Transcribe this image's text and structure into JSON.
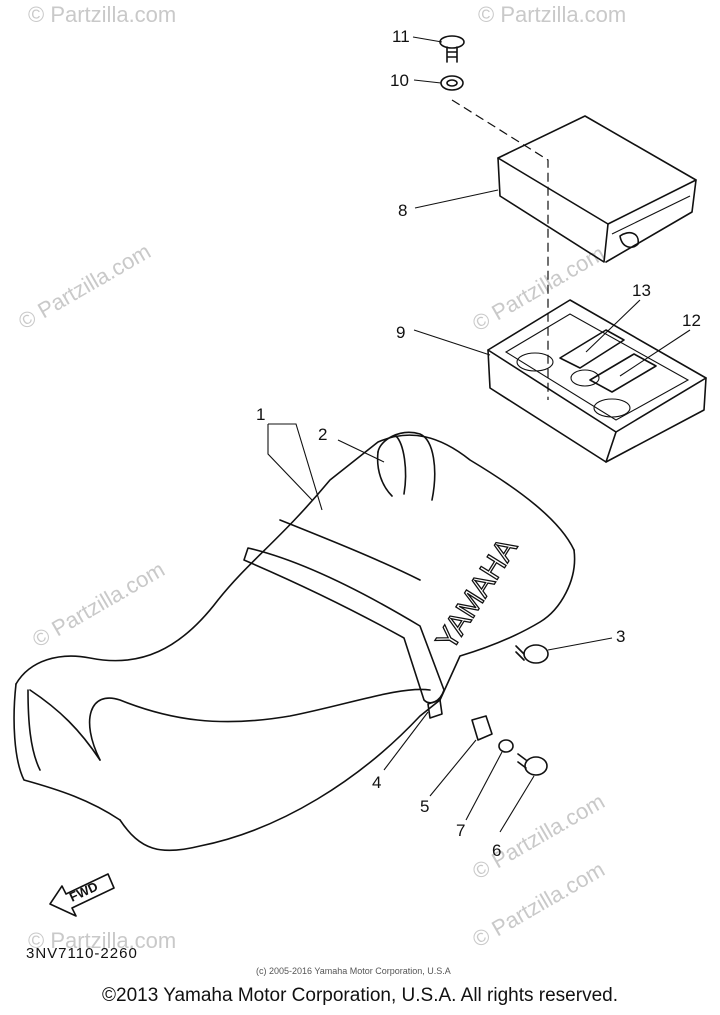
{
  "watermarks": [
    "© Partzilla.com",
    "© Partzilla.com",
    "© Partzilla.com",
    "© Partzilla.com",
    "© Partzilla.com",
    "© Partzilla.com",
    "© Partzilla.com",
    "© Partzilla.com"
  ],
  "callouts": {
    "c1": "1",
    "c2": "2",
    "c3": "3",
    "c4": "4",
    "c5": "5",
    "c6": "6",
    "c7": "7",
    "c8": "8",
    "c9": "9",
    "c10": "10",
    "c11": "11",
    "c12": "12",
    "c13": "13"
  },
  "seat_brand": "YAMAHA",
  "fwd_label": "FWD",
  "part_number": "3NV7110-2260",
  "fine_print": "(c) 2005-2016 Yamaha Motor Corporation, U.S.A",
  "copyright": "©2013 Yamaha Motor Corporation, U.S.A. All rights reserved."
}
